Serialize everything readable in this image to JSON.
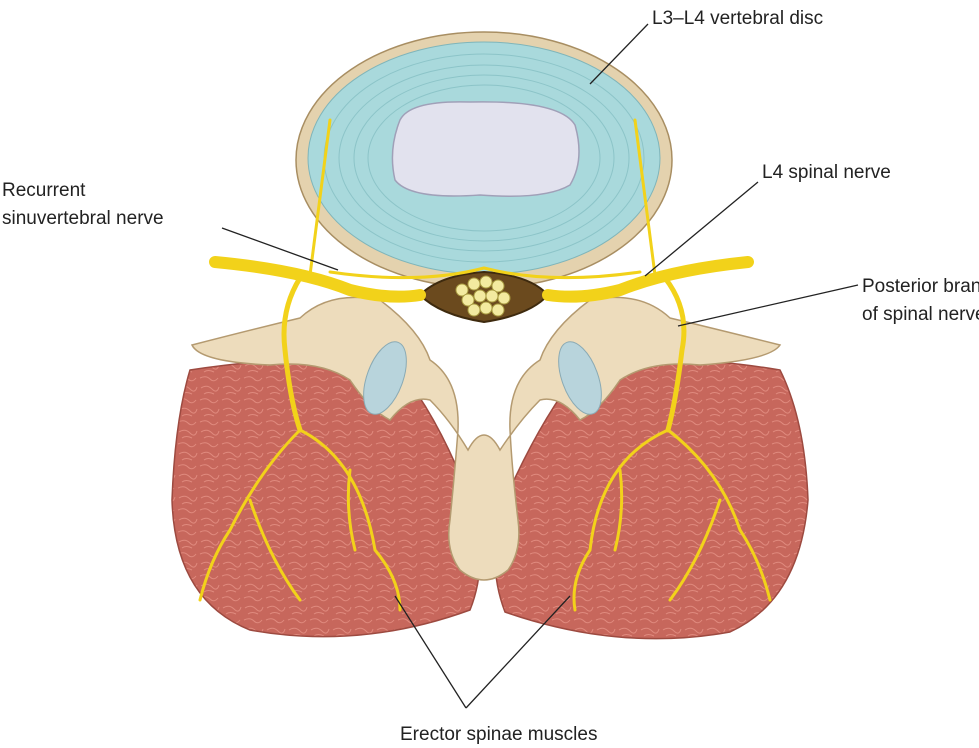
{
  "labels": {
    "disc": "L3–L4 vertebral disc",
    "recurrent_line1": "Recurrent",
    "recurrent_line2": "sinuvertebral nerve",
    "spinal_nerve": "L4 spinal nerve",
    "posterior_line1": "Posterior branch",
    "posterior_line2": "of spinal nerve",
    "muscles": "Erector spinae muscles"
  },
  "colors": {
    "annulus": "#a9d9dc",
    "nucleus": "#e2e2ee",
    "bone": "#eddcbc",
    "muscle": "#c7675c",
    "nerve": "#f2d21a",
    "canal": "#6b4a1e",
    "leader": "#222222"
  }
}
